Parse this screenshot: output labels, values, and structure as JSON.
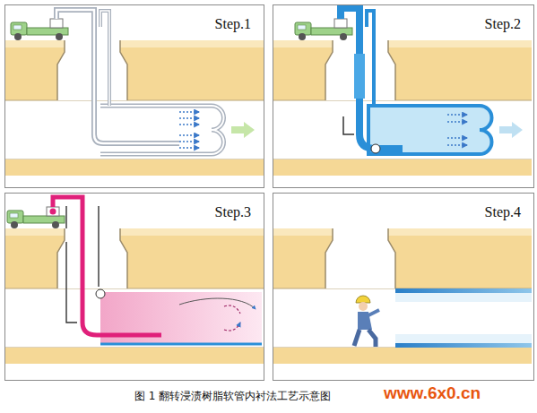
{
  "diagram": {
    "caption": "图 1 翻转浸渍树脂软管内衬法工艺示意图",
    "nodes": [
      {
        "text": [
          "Step.1"
        ]
      },
      {
        "text": [
          "Step.2"
        ]
      },
      {
        "text": [
          "Step.3"
        ]
      },
      {
        "text": [
          "Step.4"
        ]
      }
    ],
    "labels": [
      "www.6x0.cn"
    ]
  }
}
